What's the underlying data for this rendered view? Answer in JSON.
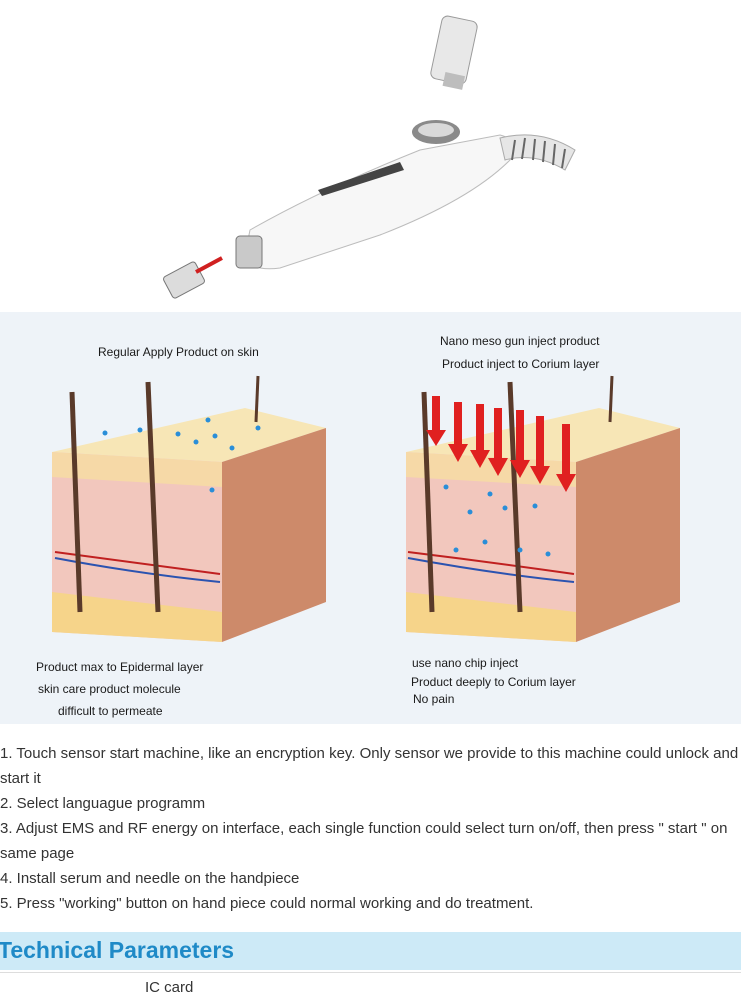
{
  "diagram": {
    "left_caption": "Regular Apply Product on skin",
    "right_caption_1": "Nano meso gun inject product",
    "right_caption_2": "Product inject to Corium layer",
    "left_notes": [
      "Product max to Epidermal layer",
      "skin care product molecule",
      "difficult to permeate"
    ],
    "right_notes": [
      "use nano chip inject",
      "Product deeply to Corium layer",
      "No pain"
    ]
  },
  "steps": [
    "1. Touch sensor start machine, like an encryption key. Only sensor we provide to this machine could unlock and start it",
    "2. Select languague programm",
    "3. Adjust EMS and RF energy on interface, each single function could select turn on/off, then press \" start \" on same page",
    "4. Install serum and needle on the handpiece",
    "5. Press \"working\" button on hand piece could normal working and do treatment."
  ],
  "section": {
    "title": "Technical Parameters"
  },
  "table": {
    "first_cell": "IC card"
  },
  "colors": {
    "accent": "#1f8ac7",
    "bar": "#cdeaf7",
    "arrow": "#e02020",
    "serum": "#2a8ed8"
  }
}
